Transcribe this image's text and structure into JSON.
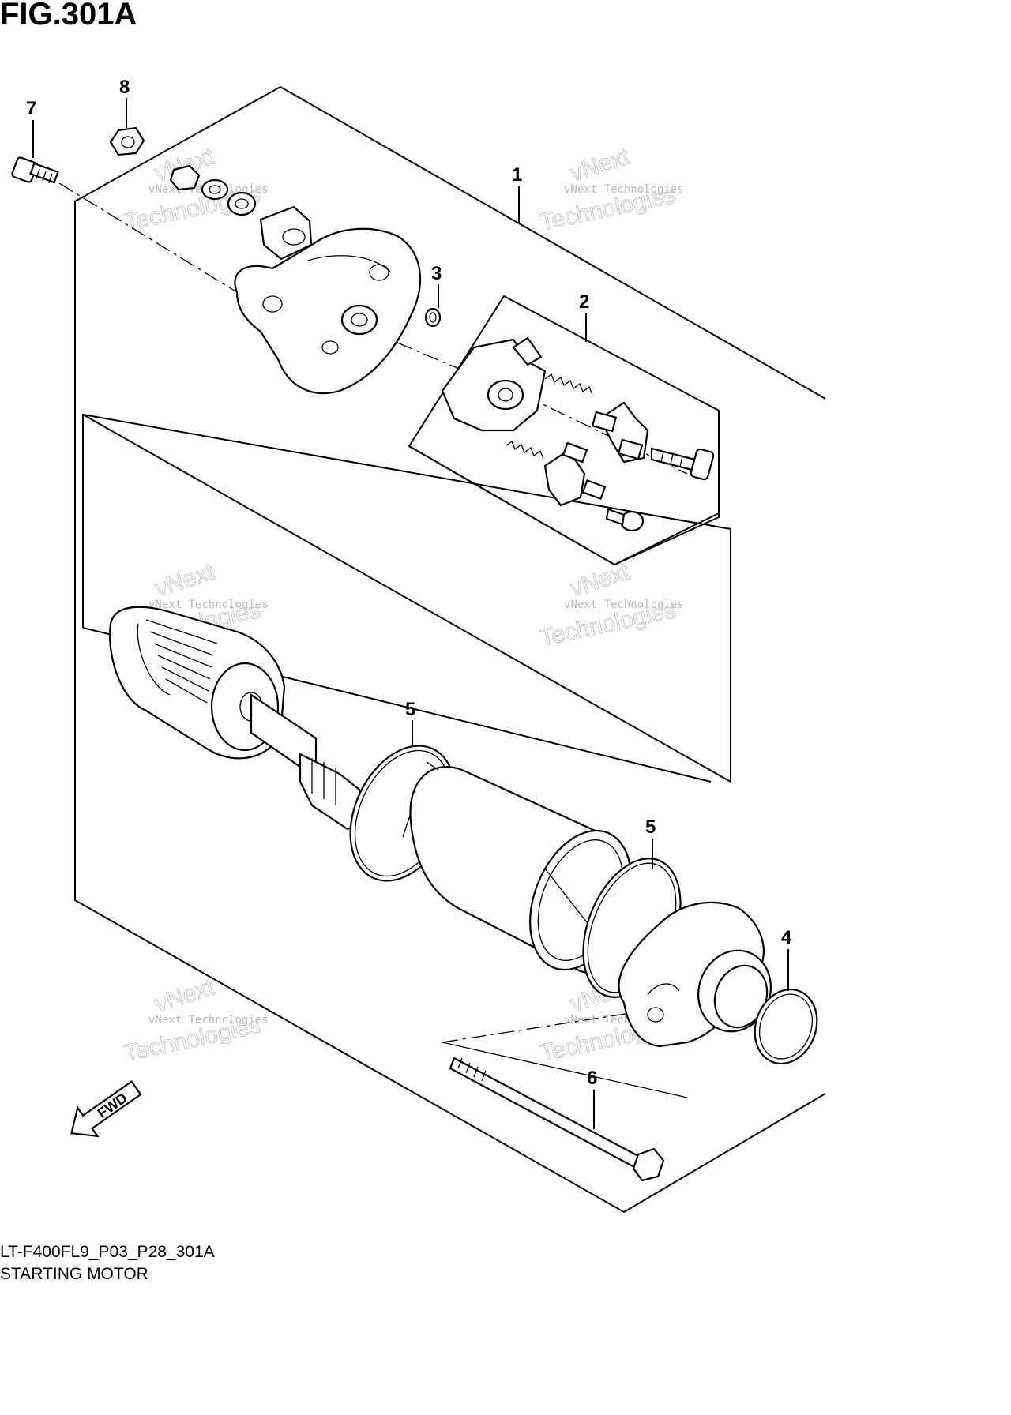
{
  "figure": {
    "title": "FIG.301A",
    "code": "LT-F400FL9_P03_P28_301A",
    "name": "STARTING MOTOR"
  },
  "callouts": [
    {
      "id": "c1",
      "label": "1"
    },
    {
      "id": "c2",
      "label": "2"
    },
    {
      "id": "c3",
      "label": "3"
    },
    {
      "id": "c4",
      "label": "4"
    },
    {
      "id": "c5a",
      "label": "5"
    },
    {
      "id": "c5b",
      "label": "5"
    },
    {
      "id": "c6",
      "label": "6"
    },
    {
      "id": "c7",
      "label": "7"
    },
    {
      "id": "c8",
      "label": "8"
    }
  ],
  "fwd_arrow": {
    "label": "FWD"
  },
  "watermark": {
    "line1": "vNext Technologies",
    "line2": "vNext",
    "line3": "Technologies"
  }
}
